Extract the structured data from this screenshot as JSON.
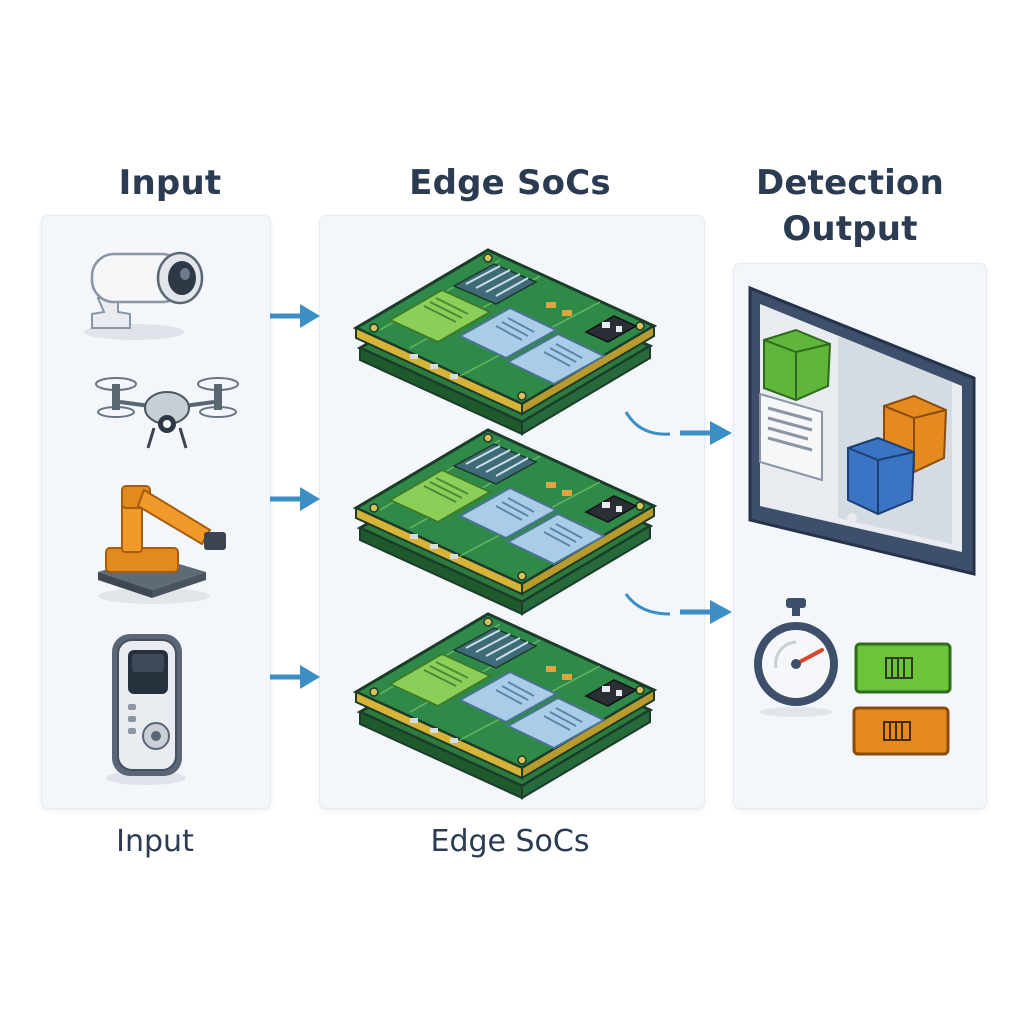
{
  "headings": {
    "input": "Input",
    "edge_socs": "Edge SoCs",
    "detection_output": "Detection\nOutput"
  },
  "captions": {
    "input": "Input",
    "edge_socs": "Edge SoCs"
  },
  "input_devices": [
    "security-camera-icon",
    "drone-icon",
    "robotic-arm-icon",
    "handheld-scanner-icon"
  ],
  "boards": [
    "soc-board-1",
    "soc-board-2",
    "soc-board-3"
  ],
  "output_items": [
    "detection-monitor-icon",
    "stopwatch-icon",
    "green-result-badge",
    "orange-result-badge"
  ],
  "colors": {
    "heading": "#2a3b52",
    "arrow": "#3b8fc4",
    "board_green": "#2e8a4a",
    "chip_blue": "#a9cce8",
    "chip_green": "#8ccf58",
    "badge_green": "#6cc43a",
    "badge_orange": "#e48a1f"
  }
}
